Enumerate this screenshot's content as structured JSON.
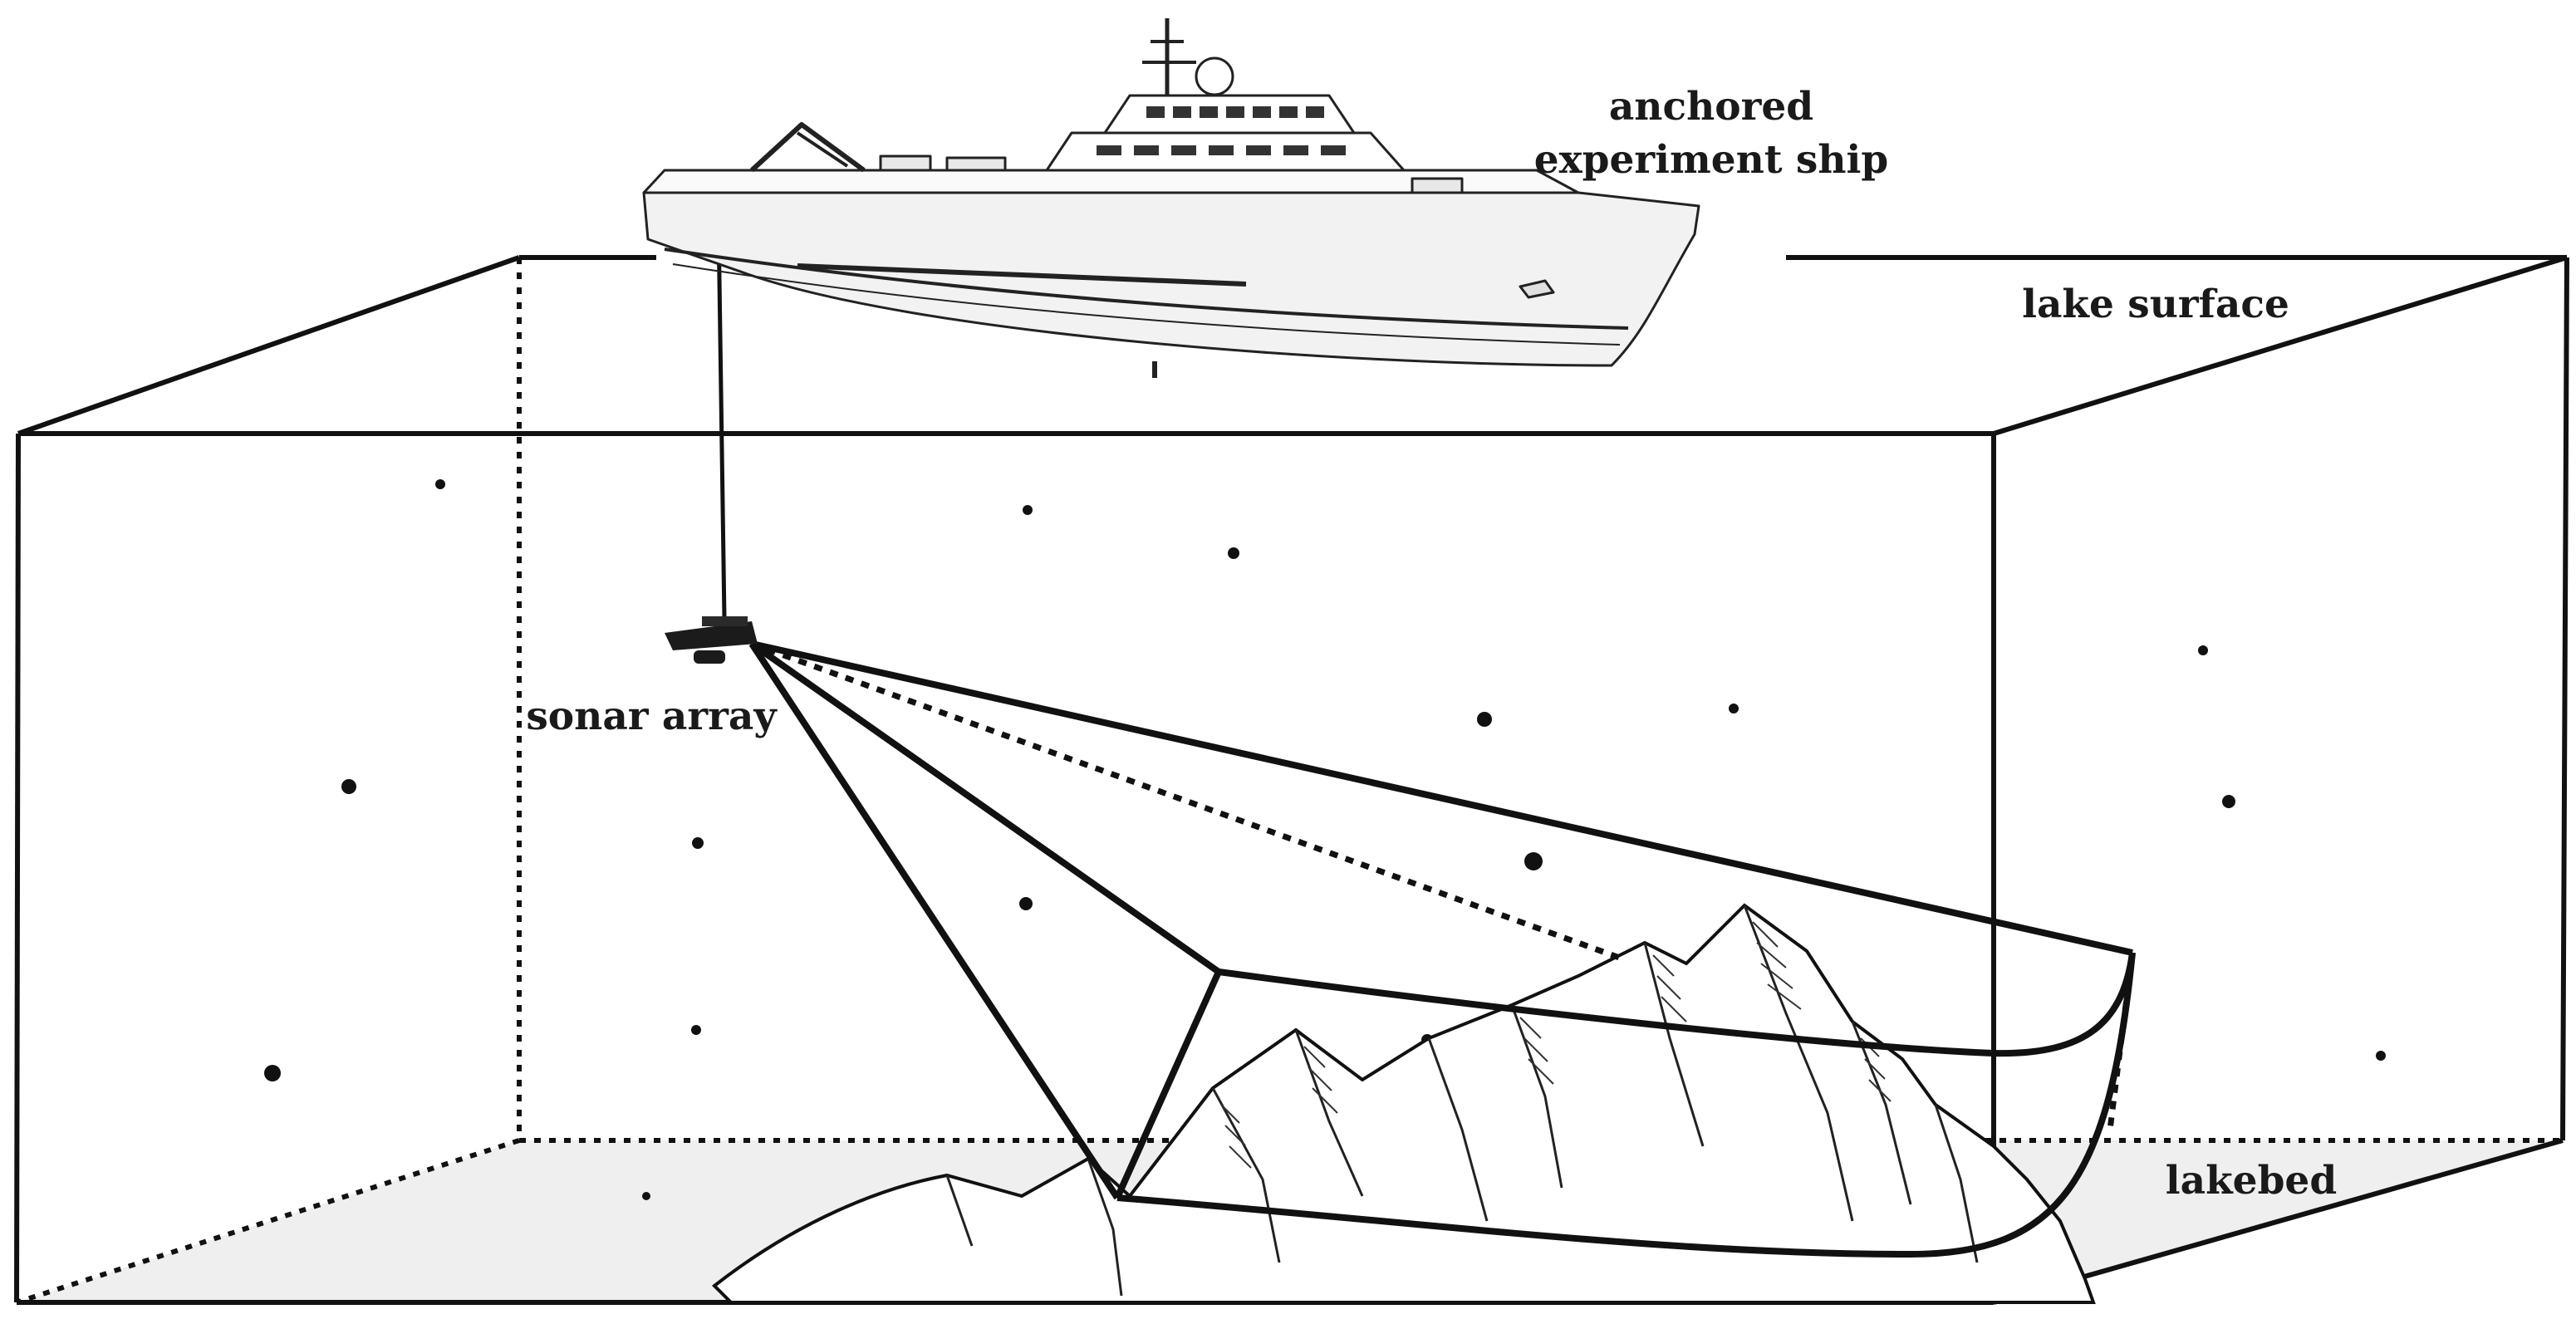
{
  "labels": {
    "ship_line1": "anchored",
    "ship_line2": "experiment ship",
    "surface": "lake surface",
    "sonar": "sonar array",
    "lakebed": "lakebed"
  },
  "icons": {
    "ship": "ship-icon",
    "sonar": "sonar-array-icon",
    "terrain": "mountain-terrain-icon"
  },
  "colors": {
    "line": "#111111",
    "lakebed_fill": "#efefef",
    "ship_fill": "#f2f2f2",
    "text": "#1a1a1a"
  }
}
